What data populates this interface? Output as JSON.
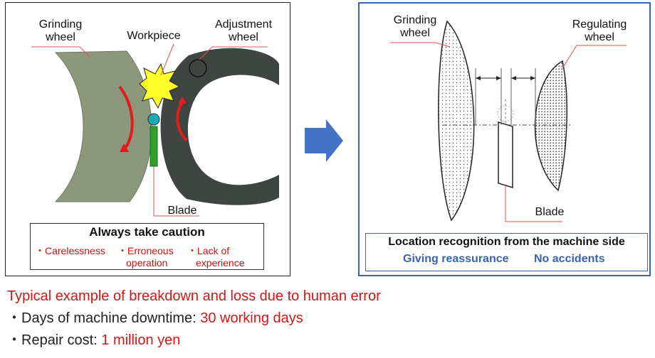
{
  "left_panel": {
    "labels": {
      "grinding_wheel": [
        "Grinding",
        "wheel"
      ],
      "workpiece": "Workpiece",
      "adjustment_wheel": [
        "Adjustment",
        "wheel"
      ],
      "blade": "Blade"
    },
    "caution": {
      "title": "Always take caution",
      "causes": [
        [
          "・Carelessness"
        ],
        [
          "・Erroneous",
          "operation"
        ],
        [
          "・Lack of",
          "experience"
        ]
      ]
    }
  },
  "right_panel": {
    "labels": {
      "grinding_wheel": [
        "Grinding",
        "wheel"
      ],
      "regulating_wheel": [
        "Regulating",
        "wheel"
      ],
      "blade": "Blade"
    },
    "location_box": {
      "title": "Location recognition from the machine side",
      "sub1": "Giving reassurance",
      "sub2": "No accidents"
    }
  },
  "summary": {
    "headline": "Typical example of breakdown and loss due to human error",
    "downtime_label": "・Days of machine downtime: ",
    "downtime_value": "30 working days",
    "repair_label": "・Repair cost: ",
    "repair_value": "1 million yen"
  },
  "colors": {
    "wheel_green": "#8c977c",
    "adjust_dark": "#3f4541",
    "arrow_red": "#e21b1b",
    "blade_green": "#2ea02a",
    "flash_yellow": "#ffff2a",
    "accent_blue": "#4472c4",
    "text_red": "#d41616"
  }
}
